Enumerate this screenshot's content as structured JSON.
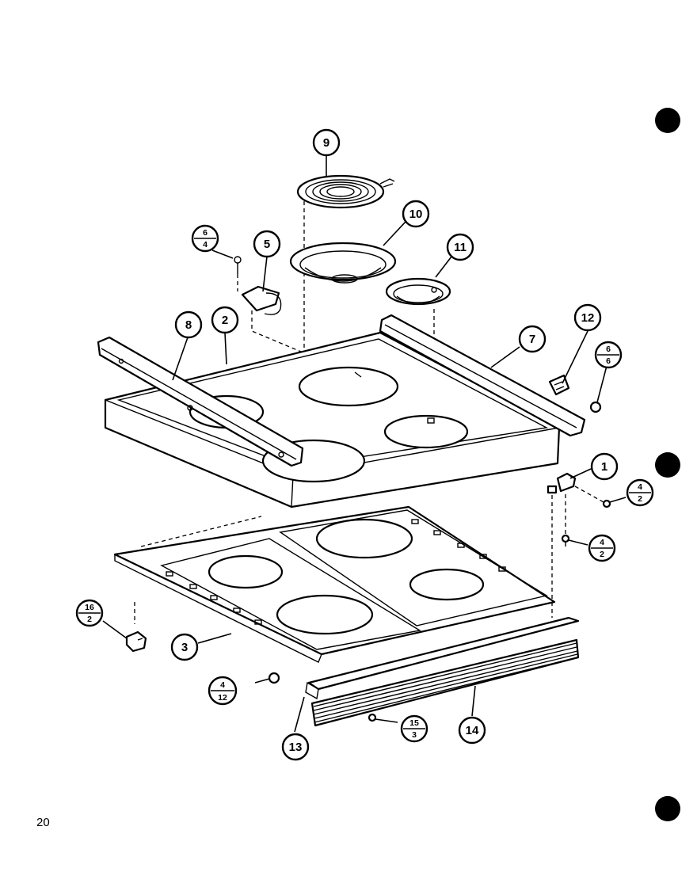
{
  "page_number": "20",
  "callouts": [
    {
      "id": "c9",
      "label": "9"
    },
    {
      "id": "c10",
      "label": "10"
    },
    {
      "id": "c11",
      "label": "11"
    },
    {
      "id": "c5",
      "label": "5"
    },
    {
      "id": "c8",
      "label": "8"
    },
    {
      "id": "c2",
      "label": "2"
    },
    {
      "id": "c7",
      "label": "7"
    },
    {
      "id": "c12",
      "label": "12"
    },
    {
      "id": "c1",
      "label": "1"
    },
    {
      "id": "c3",
      "label": "3"
    },
    {
      "id": "c13",
      "label": "13"
    },
    {
      "id": "c14",
      "label": "14"
    }
  ],
  "fraction_callouts": [
    {
      "id": "f6_4",
      "top": "6",
      "bottom": "4"
    },
    {
      "id": "f6_6",
      "top": "6",
      "bottom": "6"
    },
    {
      "id": "f4_2a",
      "top": "4",
      "bottom": "2"
    },
    {
      "id": "f4_2b",
      "top": "4",
      "bottom": "2"
    },
    {
      "id": "f16_2",
      "top": "16",
      "bottom": "2"
    },
    {
      "id": "f4_12",
      "top": "4",
      "bottom": "12"
    },
    {
      "id": "f15_3",
      "top": "15",
      "bottom": "3"
    }
  ]
}
